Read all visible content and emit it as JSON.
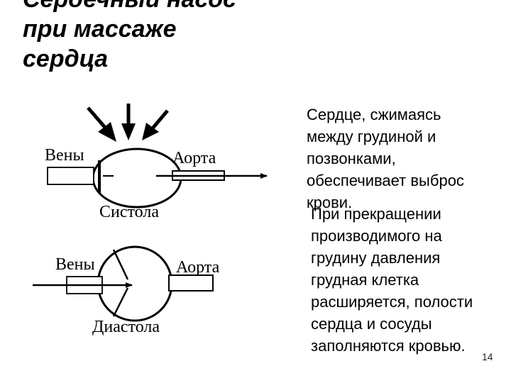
{
  "slide": {
    "title_lines": [
      "Сердечный насос",
      "при массаже",
      "сердца"
    ],
    "paragraph1_lines": [
      "Сердце, сжимаясь",
      "между грудиной и",
      "позвонками,",
      "обеспечивает выброс",
      "крови."
    ],
    "paragraph2_lines": [
      "При прекращении",
      "производимого на",
      "грудину давления",
      "грудная клетка",
      "расширяется, полости",
      "сердца и сосуды",
      "заполняются кровью."
    ],
    "slide_number": "14"
  },
  "diagram": {
    "systole": {
      "veins_label": "Вены",
      "aorta_label": "Аорта",
      "caption": "Систола"
    },
    "diastole": {
      "veins_label": "Вены",
      "aorta_label": "Аорта",
      "caption": "Диастола"
    }
  }
}
